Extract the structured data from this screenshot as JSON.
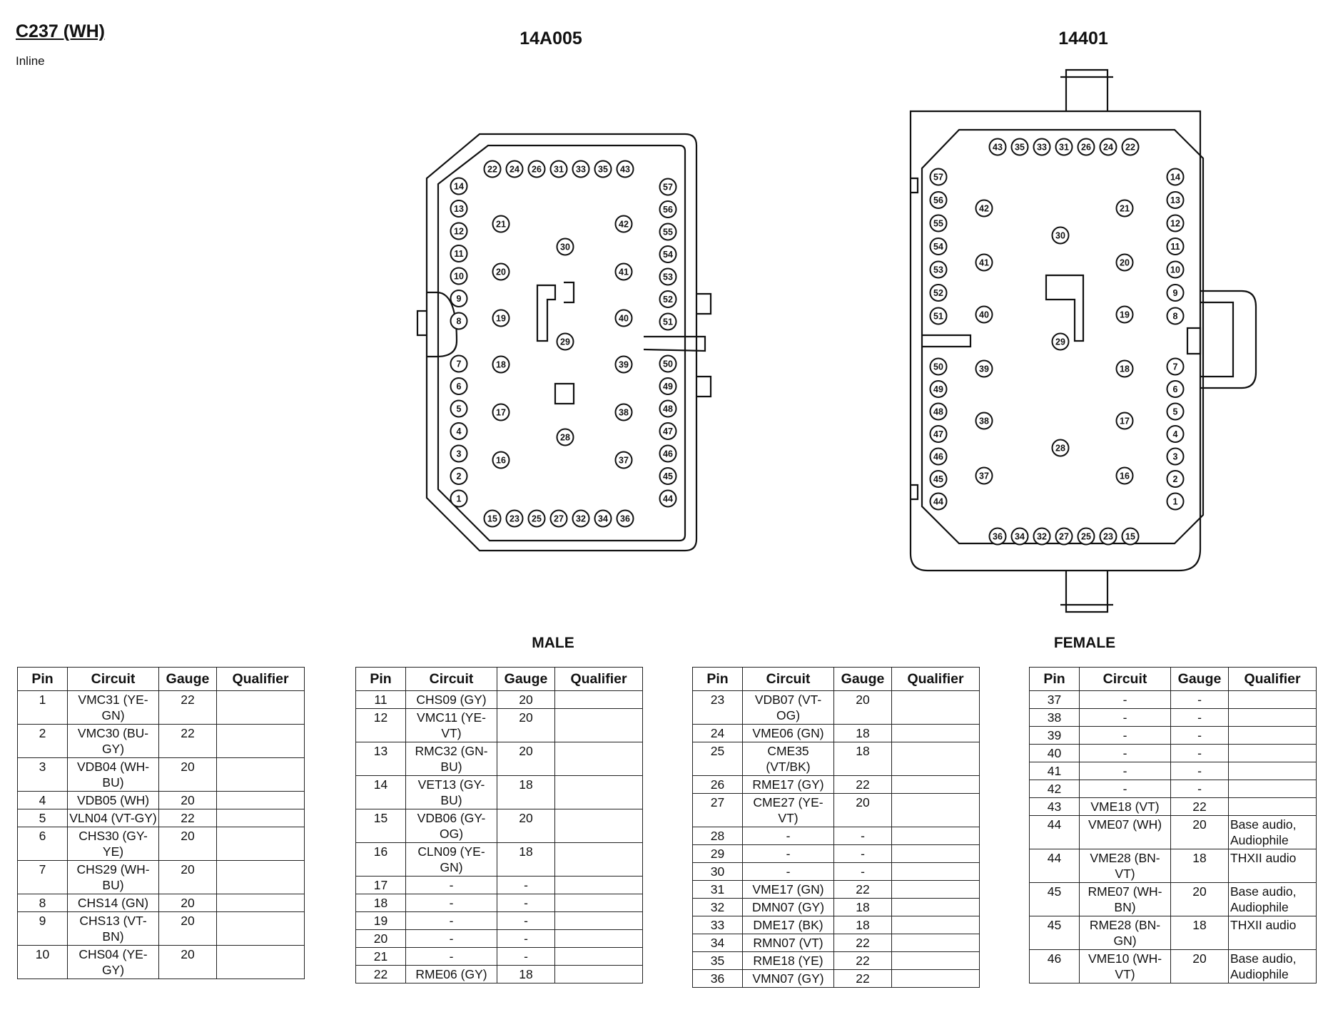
{
  "header": {
    "title": "C237 (WH)",
    "subtitle": "Inline"
  },
  "connectors": {
    "male": {
      "code": "14A005",
      "label": "MALE"
    },
    "female": {
      "code": "14401",
      "label": "FEMALE"
    }
  },
  "columns": {
    "pin": "Pin",
    "circuit": "Circuit",
    "gauge": "Gauge",
    "qualifier": "Qualifier"
  },
  "tables": [
    [
      {
        "pin": "1",
        "circuit": "VMC31 (YE-GN)",
        "gauge": "22",
        "qualifier": ""
      },
      {
        "pin": "2",
        "circuit": "VMC30 (BU-GY)",
        "gauge": "22",
        "qualifier": ""
      },
      {
        "pin": "3",
        "circuit": "VDB04 (WH-BU)",
        "gauge": "20",
        "qualifier": ""
      },
      {
        "pin": "4",
        "circuit": "VDB05 (WH)",
        "gauge": "20",
        "qualifier": ""
      },
      {
        "pin": "5",
        "circuit": "VLN04 (VT-GY)",
        "gauge": "22",
        "qualifier": ""
      },
      {
        "pin": "6",
        "circuit": "CHS30 (GY-YE)",
        "gauge": "20",
        "qualifier": ""
      },
      {
        "pin": "7",
        "circuit": "CHS29 (WH-BU)",
        "gauge": "20",
        "qualifier": ""
      },
      {
        "pin": "8",
        "circuit": "CHS14 (GN)",
        "gauge": "20",
        "qualifier": ""
      },
      {
        "pin": "9",
        "circuit": "CHS13 (VT-BN)",
        "gauge": "20",
        "qualifier": ""
      },
      {
        "pin": "10",
        "circuit": "CHS04 (YE-GY)",
        "gauge": "20",
        "qualifier": ""
      }
    ],
    [
      {
        "pin": "11",
        "circuit": "CHS09 (GY)",
        "gauge": "20",
        "qualifier": ""
      },
      {
        "pin": "12",
        "circuit": "VMC11 (YE-VT)",
        "gauge": "20",
        "qualifier": ""
      },
      {
        "pin": "13",
        "circuit": "RMC32 (GN-BU)",
        "gauge": "20",
        "qualifier": ""
      },
      {
        "pin": "14",
        "circuit": "VET13 (GY-BU)",
        "gauge": "18",
        "qualifier": ""
      },
      {
        "pin": "15",
        "circuit": "VDB06 (GY-OG)",
        "gauge": "20",
        "qualifier": ""
      },
      {
        "pin": "16",
        "circuit": "CLN09 (YE-GN)",
        "gauge": "18",
        "qualifier": ""
      },
      {
        "pin": "17",
        "circuit": "-",
        "gauge": "-",
        "qualifier": ""
      },
      {
        "pin": "18",
        "circuit": "-",
        "gauge": "-",
        "qualifier": ""
      },
      {
        "pin": "19",
        "circuit": "-",
        "gauge": "-",
        "qualifier": ""
      },
      {
        "pin": "20",
        "circuit": "-",
        "gauge": "-",
        "qualifier": ""
      },
      {
        "pin": "21",
        "circuit": "-",
        "gauge": "-",
        "qualifier": ""
      },
      {
        "pin": "22",
        "circuit": "RME06 (GY)",
        "gauge": "18",
        "qualifier": ""
      }
    ],
    [
      {
        "pin": "23",
        "circuit": "VDB07 (VT-OG)",
        "gauge": "20",
        "qualifier": ""
      },
      {
        "pin": "24",
        "circuit": "VME06 (GN)",
        "gauge": "18",
        "qualifier": ""
      },
      {
        "pin": "25",
        "circuit": "CME35 (VT/BK)",
        "gauge": "18",
        "qualifier": ""
      },
      {
        "pin": "26",
        "circuit": "RME17 (GY)",
        "gauge": "22",
        "qualifier": ""
      },
      {
        "pin": "27",
        "circuit": "CME27 (YE-VT)",
        "gauge": "20",
        "qualifier": ""
      },
      {
        "pin": "28",
        "circuit": "-",
        "gauge": "-",
        "qualifier": ""
      },
      {
        "pin": "29",
        "circuit": "-",
        "gauge": "-",
        "qualifier": ""
      },
      {
        "pin": "30",
        "circuit": "-",
        "gauge": "-",
        "qualifier": ""
      },
      {
        "pin": "31",
        "circuit": "VME17 (GN)",
        "gauge": "22",
        "qualifier": ""
      },
      {
        "pin": "32",
        "circuit": "DMN07 (GY)",
        "gauge": "18",
        "qualifier": ""
      },
      {
        "pin": "33",
        "circuit": "DME17 (BK)",
        "gauge": "18",
        "qualifier": ""
      },
      {
        "pin": "34",
        "circuit": "RMN07 (VT)",
        "gauge": "22",
        "qualifier": ""
      },
      {
        "pin": "35",
        "circuit": "RME18 (YE)",
        "gauge": "22",
        "qualifier": ""
      },
      {
        "pin": "36",
        "circuit": "VMN07 (GY)",
        "gauge": "22",
        "qualifier": ""
      }
    ],
    [
      {
        "pin": "37",
        "circuit": "-",
        "gauge": "-",
        "qualifier": ""
      },
      {
        "pin": "38",
        "circuit": "-",
        "gauge": "-",
        "qualifier": ""
      },
      {
        "pin": "39",
        "circuit": "-",
        "gauge": "-",
        "qualifier": ""
      },
      {
        "pin": "40",
        "circuit": "-",
        "gauge": "-",
        "qualifier": ""
      },
      {
        "pin": "41",
        "circuit": "-",
        "gauge": "-",
        "qualifier": ""
      },
      {
        "pin": "42",
        "circuit": "-",
        "gauge": "-",
        "qualifier": ""
      },
      {
        "pin": "43",
        "circuit": "VME18 (VT)",
        "gauge": "22",
        "qualifier": ""
      },
      {
        "pin": "44",
        "circuit": "VME07 (WH)",
        "gauge": "20",
        "qualifier": "Base audio, Audiophile"
      },
      {
        "pin": "44",
        "circuit": "VME28 (BN-VT)",
        "gauge": "18",
        "qualifier": "THXII audio"
      },
      {
        "pin": "45",
        "circuit": "RME07 (WH-BN)",
        "gauge": "20",
        "qualifier": "Base audio, Audiophile"
      },
      {
        "pin": "45",
        "circuit": "RME28 (BN-GN)",
        "gauge": "18",
        "qualifier": "THXII audio"
      },
      {
        "pin": "46",
        "circuit": "VME10 (WH-VT)",
        "gauge": "20",
        "qualifier": "Base audio, Audiophile"
      }
    ]
  ],
  "pin_numbers": {
    "male": {
      "top": [
        "22",
        "24",
        "26",
        "31",
        "33",
        "35",
        "43"
      ],
      "left_upper": [
        "14",
        "13",
        "12",
        "11",
        "10",
        "9",
        "8"
      ],
      "left_lower": [
        "7",
        "6",
        "5",
        "4",
        "3",
        "2",
        "1"
      ],
      "right_upper": [
        "57",
        "56",
        "55",
        "54",
        "53",
        "52",
        "51"
      ],
      "right_lower": [
        "50",
        "49",
        "48",
        "47",
        "46",
        "45",
        "44"
      ],
      "bottom": [
        "15",
        "23",
        "25",
        "27",
        "32",
        "34",
        "36"
      ],
      "inner": [
        "21",
        "20",
        "19",
        "18",
        "17",
        "16",
        "42",
        "41",
        "40",
        "39",
        "38",
        "37",
        "30",
        "29",
        "28"
      ]
    },
    "female": {
      "top": [
        "43",
        "35",
        "33",
        "31",
        "26",
        "24",
        "22"
      ],
      "left_upper": [
        "57",
        "56",
        "55",
        "54",
        "53",
        "52",
        "51"
      ],
      "left_lower": [
        "50",
        "49",
        "48",
        "47",
        "46",
        "45",
        "44"
      ],
      "right_upper": [
        "14",
        "13",
        "12",
        "11",
        "10",
        "9",
        "8"
      ],
      "right_lower": [
        "7",
        "6",
        "5",
        "4",
        "3",
        "2",
        "1"
      ],
      "bottom": [
        "36",
        "34",
        "32",
        "27",
        "25",
        "23",
        "15"
      ],
      "inner": [
        "42",
        "41",
        "40",
        "39",
        "38",
        "37",
        "21",
        "20",
        "19",
        "18",
        "17",
        "16",
        "30",
        "29",
        "28"
      ]
    }
  }
}
